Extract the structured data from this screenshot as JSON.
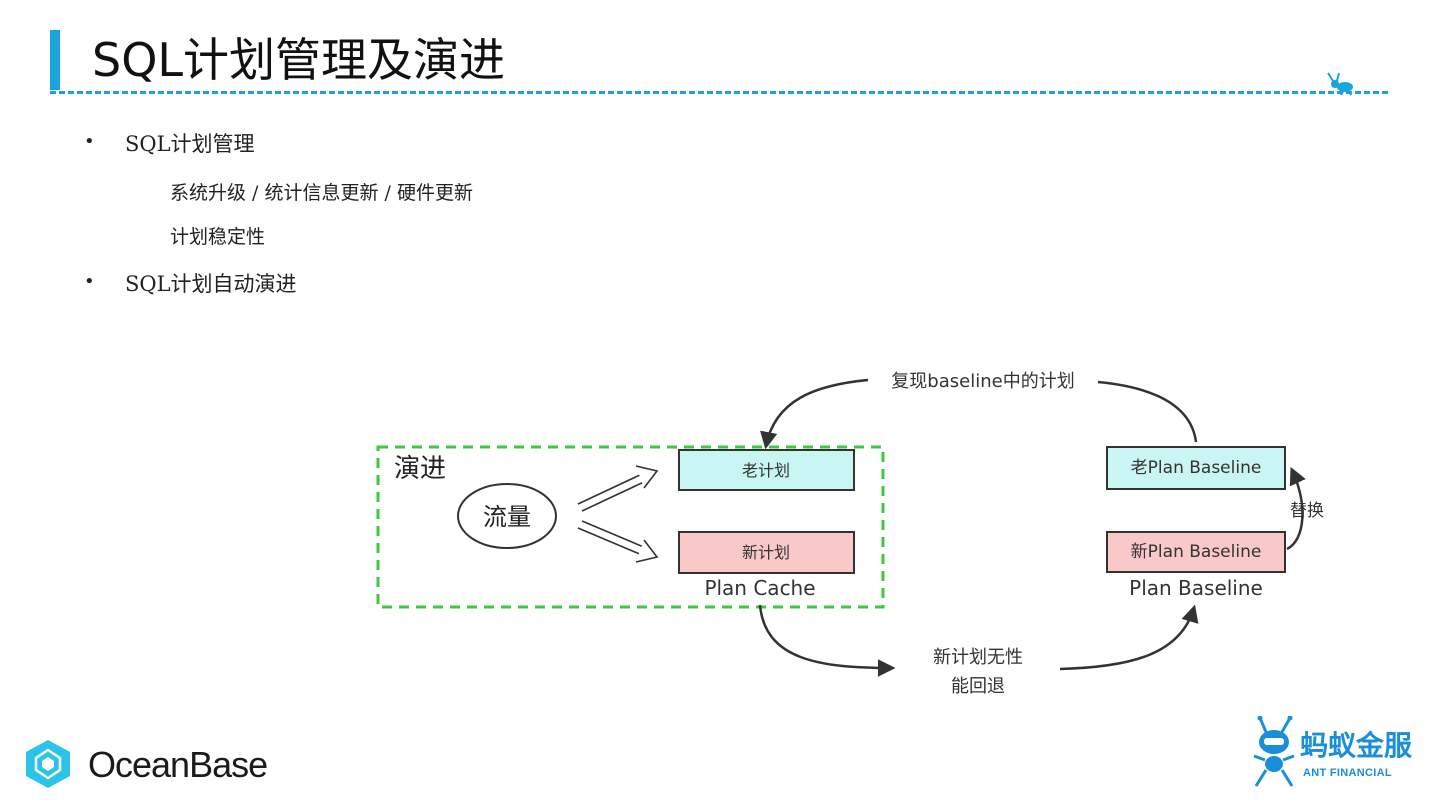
{
  "slide": {
    "title": "SQL计划管理及演进"
  },
  "bullets": [
    {
      "label": "SQL计划管理",
      "subs": [
        "系统升级 / 统计信息更新 / 硬件更新",
        "计划稳定性"
      ]
    },
    {
      "label": "SQL计划自动演进",
      "subs": []
    }
  ],
  "bullet_symbol": "•",
  "diagram": {
    "evolve_region_label": "演进",
    "traffic_label": "流量",
    "old_plan_label": "老计划",
    "new_plan_label": "新计划",
    "plan_cache_label": "Plan Cache",
    "old_baseline_label": "老Plan Baseline",
    "new_baseline_label": "新Plan Baseline",
    "plan_baseline_label": "Plan Baseline",
    "replace_label": "替换",
    "reproduce_label": "复现baseline中的计划",
    "fallback_line1": "新计划无性",
    "fallback_line2": "能回退",
    "colors": {
      "old_box_fill": "#c9f5f3",
      "new_box_fill": "#f9c8c8",
      "evolve_border": "#3cc93c",
      "arrow": "#333333"
    }
  },
  "footer": {
    "oceanbase_logo": "OceanBase",
    "ant_logo_cn": "蚂蚁金服",
    "ant_logo_en": "ANT FINANCIAL"
  },
  "icons": [
    "oceanbase-logo-icon",
    "ant-financial-logo-icon",
    "ant-mini-icon"
  ],
  "accent_color": "#1aa3dd"
}
